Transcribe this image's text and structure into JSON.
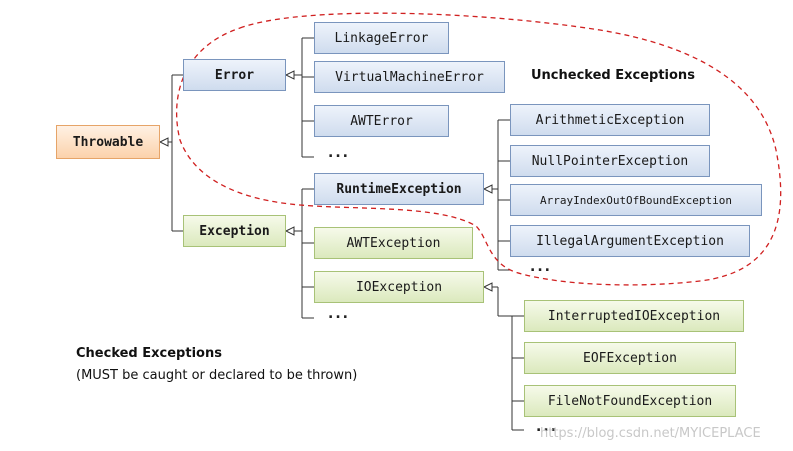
{
  "nodes": {
    "throwable": "Throwable",
    "error": "Error",
    "exception": "Exception",
    "linkage_error": "LinkageError",
    "virtual_machine_error": "VirtualMachineError",
    "awt_error": "AWTError",
    "runtime_exception": "RuntimeException",
    "awt_exception": "AWTException",
    "io_exception": "IOException",
    "arithmetic_exception": "ArithmeticException",
    "null_pointer_exception": "NullPointerException",
    "array_index_out_of_bound_exception": "ArrayIndexOutOfBoundException",
    "illegal_argument_exception": "IllegalArgumentException",
    "interrupted_io_exception": "InterruptedIOException",
    "eof_exception": "EOFException",
    "file_not_found_exception": "FileNotFoundException"
  },
  "ellipsis": "...",
  "labels": {
    "unchecked": "Unchecked Exceptions",
    "checked_title": "Checked Exceptions",
    "checked_note": "(MUST be caught or declared to be thrown)"
  },
  "watermark": "https://blog.csdn.net/MYICEPLACE",
  "colors": {
    "error_family": "#cfdcee",
    "exception_family": "#dbe9bd",
    "throwable": "#fbd2ab",
    "unchecked_outline": "#d02020"
  }
}
